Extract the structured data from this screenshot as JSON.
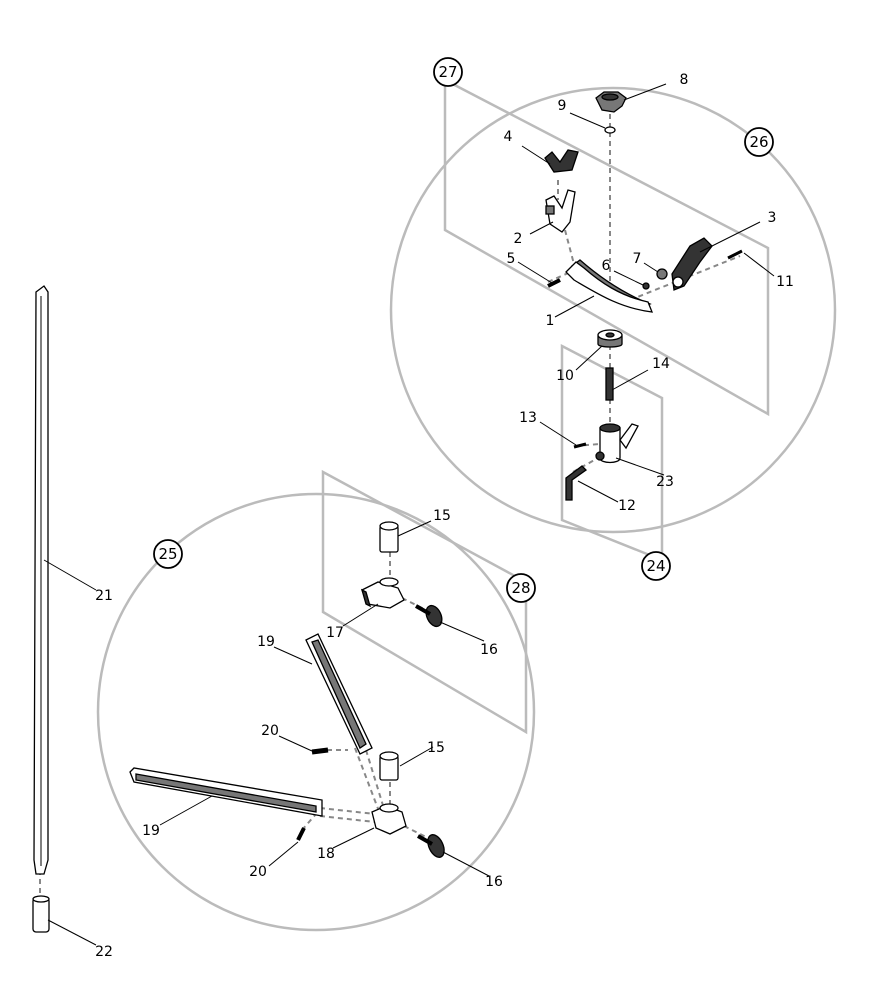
{
  "part_numbers": {
    "p1": "1",
    "p2": "2",
    "p3": "3",
    "p4": "4",
    "p5": "5",
    "p6": "6",
    "p7": "7",
    "p8": "8",
    "p9": "9",
    "p10": "10",
    "p11": "11",
    "p12": "12",
    "p13": "13",
    "p14": "14",
    "p15a": "15",
    "p15b": "15",
    "p16a": "16",
    "p16b": "16",
    "p17": "17",
    "p18": "18",
    "p19a": "19",
    "p19b": "19",
    "p20a": "20",
    "p20b": "20",
    "p21": "21",
    "p22": "22",
    "p23": "23"
  },
  "callouts": {
    "c24": "24",
    "c25": "25",
    "c26": "26",
    "c27": "27",
    "c28": "28"
  }
}
